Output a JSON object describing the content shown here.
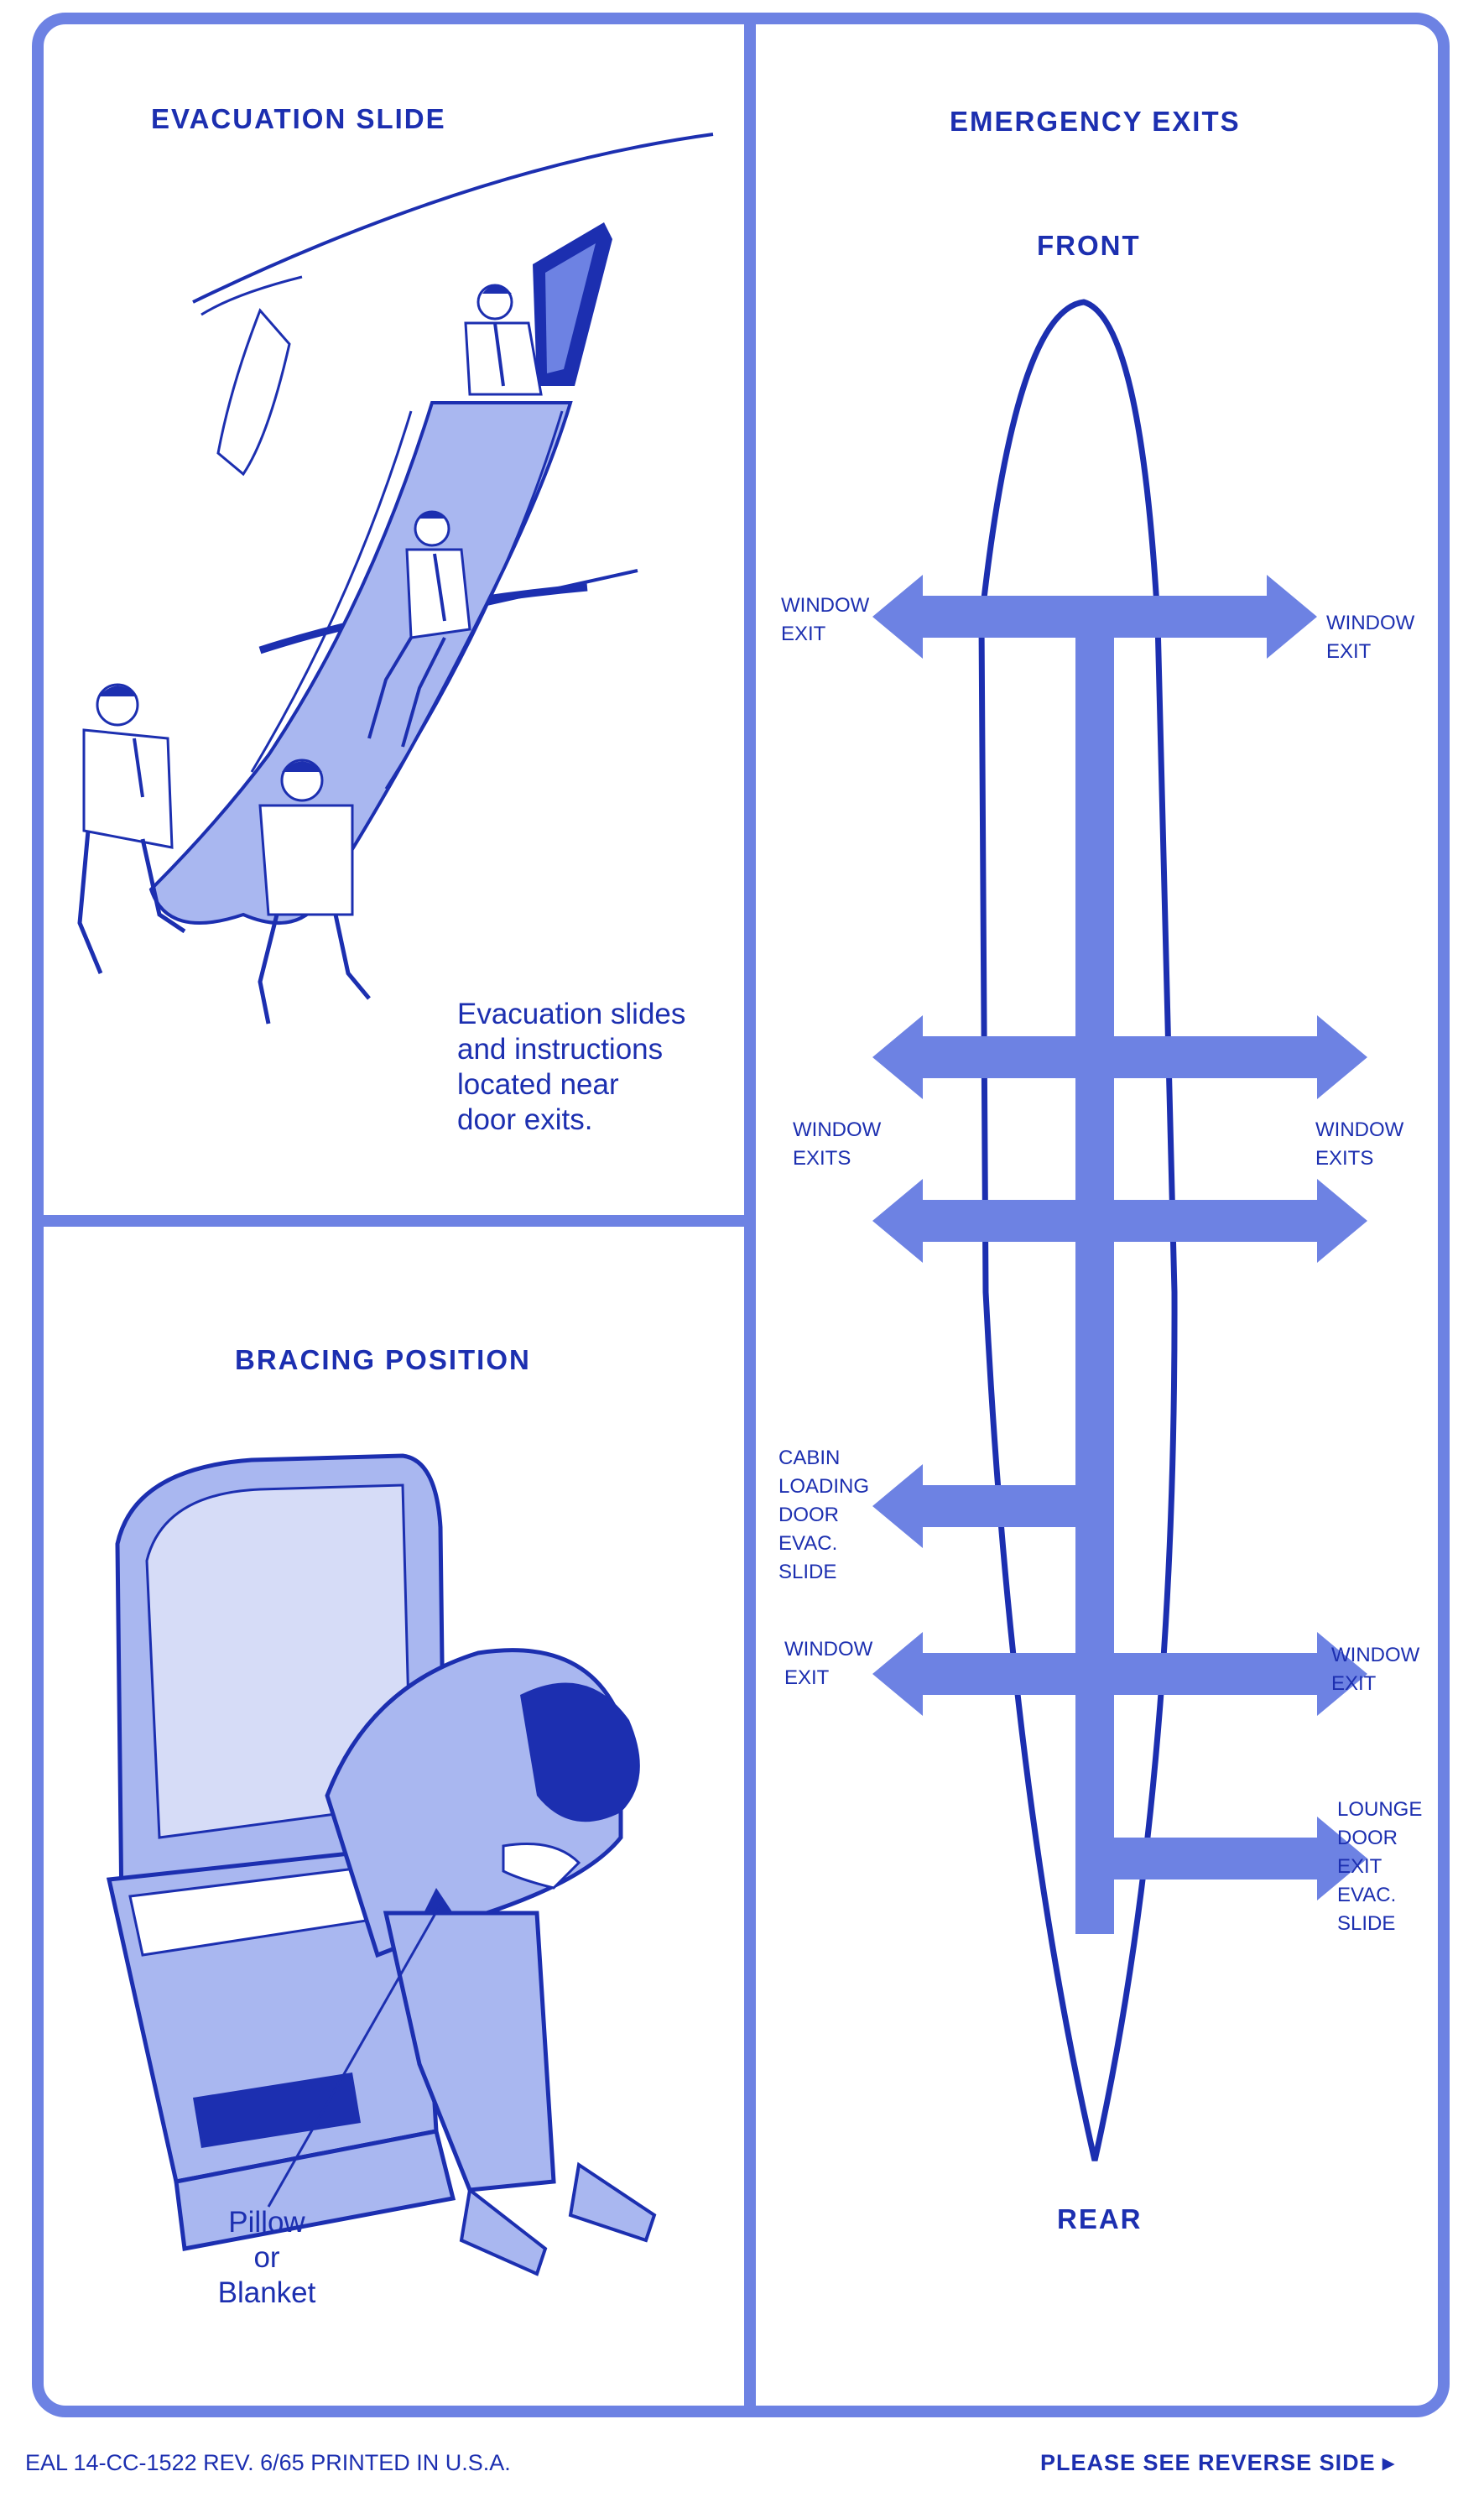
{
  "panels": {
    "evacuation_slide": {
      "title": "EVACUATION SLIDE",
      "caption": "Evacuation slides\nand instructions\nlocated near\ndoor exits."
    },
    "bracing_position": {
      "title": "BRACING POSITION",
      "callout": "Pillow\nor\nBlanket"
    },
    "emergency_exits": {
      "title": "EMERGENCY EXITS",
      "front": "FRONT",
      "rear": "REAR",
      "labels": {
        "window_exit_1_left": "WINDOW\nEXIT",
        "window_exit_1_right": "WINDOW\nEXIT",
        "window_exits_left": "WINDOW\nEXITS",
        "window_exits_right": "WINDOW\nEXITS",
        "cabin_door": "CABIN\nLOADING\nDOOR\nEVAC.\nSLIDE",
        "window_exit_2_left": "WINDOW\nEXIT",
        "window_exit_2_right": "WINDOW\nEXIT",
        "lounge_door": "LOUNGE\nDOOR\nEXIT\nEVAC.\nSLIDE"
      }
    }
  },
  "footer": {
    "left": "EAL 14-CC-1522 REV. 6/65    PRINTED IN U.S.A.",
    "right": "PLEASE SEE REVERSE SIDE ▸"
  },
  "colors": {
    "ink": "#1c2fb0",
    "fill": "#6d82e3",
    "light_fill": "#a9b7f0"
  }
}
